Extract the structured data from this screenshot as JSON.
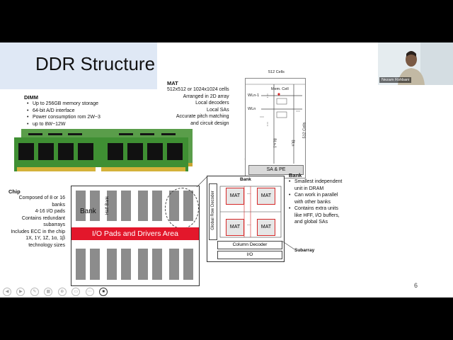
{
  "slide": {
    "title": "DDR Structure",
    "page_number": "6"
  },
  "presenter": {
    "name": "Nezam Rohbani"
  },
  "dimm": {
    "heading": "DIMM",
    "bullets": [
      "Up to 256GB memory storage",
      "64-bit A/D interface",
      "Power consumption rom 2W~3",
      "up to 8W~12W"
    ]
  },
  "chip": {
    "heading": "Chip",
    "bullets": [
      "Composed of 8 or 16 banks",
      "4-16 I/O pads",
      "Contains redundant subarrays",
      "Includes ECC in the chip",
      "1X, 1Y, 1Z, 1α, 1β technology sizes"
    ],
    "bank_label": "Bank",
    "half_bank_label": "Half-Bank",
    "io_label": "I/O Pads and Drivers Area"
  },
  "mat": {
    "heading": "MAT",
    "bullets": [
      "512x512 or 1024x1024 cells",
      "Arranged in 2D array",
      "Local decoders",
      "Local SAs",
      "Accurate pitch matching",
      "and circuit design"
    ],
    "cells_top": "512 Cells",
    "cells_side": "512 Cells",
    "mem_cell": "Mem. Cell",
    "wl_top": "WLn-1",
    "wl_bottom": "WLn",
    "bl_left": "BLn-1",
    "bl_right": "BLn",
    "sa_pe": "SA & PE"
  },
  "bank": {
    "heading": "Bank",
    "bullets": [
      "Smallest independent unit in DRAM",
      "Can work in parallel with other banks",
      "Contains extra units like HFF, I/O buffers, and global SAs"
    ],
    "bank_label": "Bank",
    "row_decoder": "Global Row Decoder",
    "column_decoder": "Column Decoder",
    "io": "I/O",
    "mat_label": "MAT",
    "dots": "...",
    "subarray": "Subarray"
  },
  "colors": {
    "title_bg": "#dfe8f5",
    "pcb_green": "#3f8f33",
    "chip_black": "#111111",
    "gold": "#c9a531",
    "io_red": "#e3172b",
    "block_gray": "#8c8c8c",
    "mat_red": "#d62828"
  }
}
